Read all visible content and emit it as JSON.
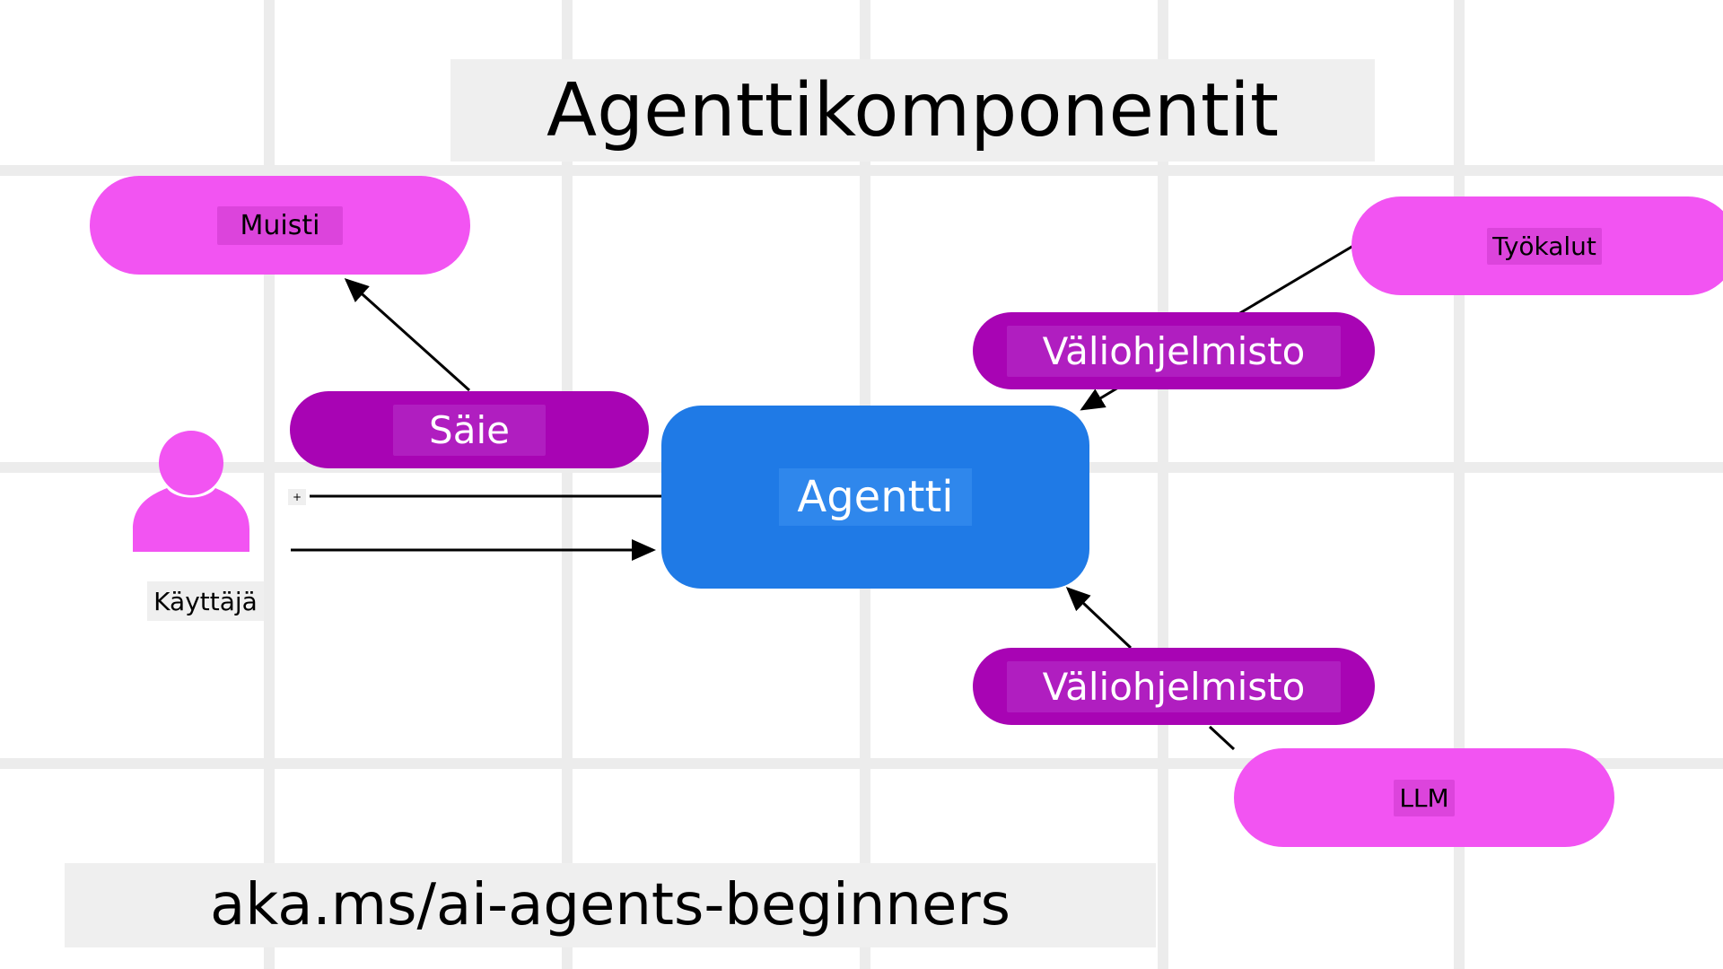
{
  "title": "Agenttikomponentit",
  "footer": "aka.ms/ai-agents-beginners",
  "nodes": {
    "memory": "Muisti",
    "thread": "Säie",
    "agent": "Agentti",
    "user": "Käyttäjä",
    "middleware_top": "Väliohjelmisto",
    "middleware_bottom": "Väliohjelmisto",
    "tools": "Työkalut",
    "llm": "LLM",
    "plus": "+"
  },
  "colors": {
    "light_node": "#f254f2",
    "dark_node": "#a804b4",
    "agent": "#1f7ae6",
    "grid": "#ececec"
  }
}
